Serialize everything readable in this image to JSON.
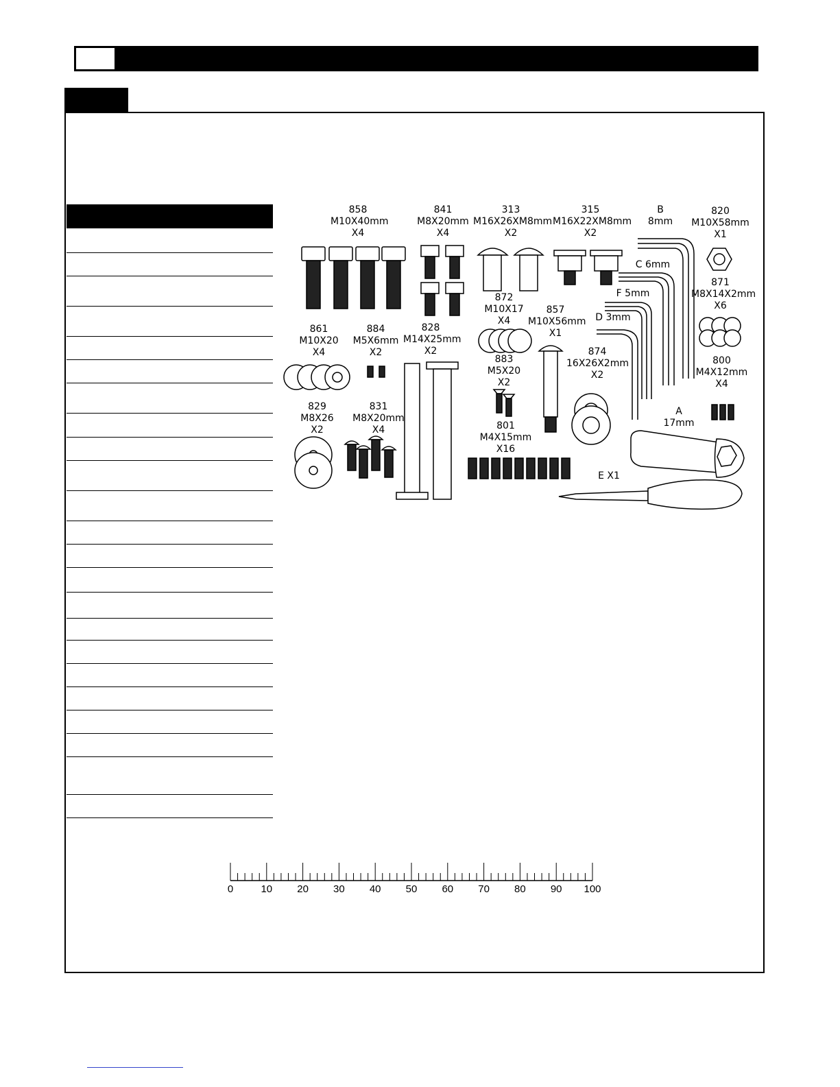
{
  "parts": [
    {
      "id": "p858",
      "lines": [
        "858",
        "M10X40mm",
        "X4"
      ]
    },
    {
      "id": "p841",
      "lines": [
        "841",
        "M8X20mm",
        "X4"
      ]
    },
    {
      "id": "p313",
      "lines": [
        "313",
        "M16X26XM8mm",
        "X2"
      ]
    },
    {
      "id": "p315",
      "lines": [
        "315",
        "M16X22XM8mm",
        "X2"
      ]
    },
    {
      "id": "pB",
      "lines": [
        "B",
        "8mm"
      ]
    },
    {
      "id": "p820",
      "lines": [
        "820",
        "M10X58mm",
        "X1"
      ]
    },
    {
      "id": "pC",
      "lines": [
        "C 6mm"
      ]
    },
    {
      "id": "p871",
      "lines": [
        "871",
        "M8X14X2mm",
        "X6"
      ]
    },
    {
      "id": "p872",
      "lines": [
        "872",
        "M10X17",
        "X4"
      ]
    },
    {
      "id": "pF",
      "lines": [
        "F 5mm"
      ]
    },
    {
      "id": "p857",
      "lines": [
        "857",
        "M10X56mm",
        "X1"
      ]
    },
    {
      "id": "pD",
      "lines": [
        "D 3mm"
      ]
    },
    {
      "id": "p861",
      "lines": [
        "861",
        "M10X20",
        "X4"
      ]
    },
    {
      "id": "p884",
      "lines": [
        "884",
        "M5X6mm",
        "X2"
      ]
    },
    {
      "id": "p828",
      "lines": [
        "828",
        "M14X25mm",
        "X2"
      ]
    },
    {
      "id": "p874",
      "lines": [
        "874",
        "16X26X2mm",
        "X2"
      ]
    },
    {
      "id": "p883",
      "lines": [
        "883",
        "M5X20",
        "X2"
      ]
    },
    {
      "id": "p800",
      "lines": [
        "800",
        "M4X12mm",
        "X4"
      ]
    },
    {
      "id": "p829",
      "lines": [
        "829",
        "M8X26",
        "X2"
      ]
    },
    {
      "id": "p831",
      "lines": [
        "831",
        "M8X20mm",
        "X4"
      ]
    },
    {
      "id": "pA",
      "lines": [
        "A",
        "17mm"
      ]
    },
    {
      "id": "p801",
      "lines": [
        "801",
        "M4X15mm",
        "X16"
      ]
    },
    {
      "id": "pE",
      "lines": [
        "E X1"
      ]
    }
  ],
  "ruler": {
    "min": 0,
    "max": 100,
    "labels": [
      "0",
      "10",
      "20",
      "30",
      "40",
      "50",
      "60",
      "70",
      "80",
      "90",
      "100"
    ]
  },
  "colors": {
    "ink": "#000000",
    "paper": "#ffffff",
    "link": "#3344cc"
  }
}
